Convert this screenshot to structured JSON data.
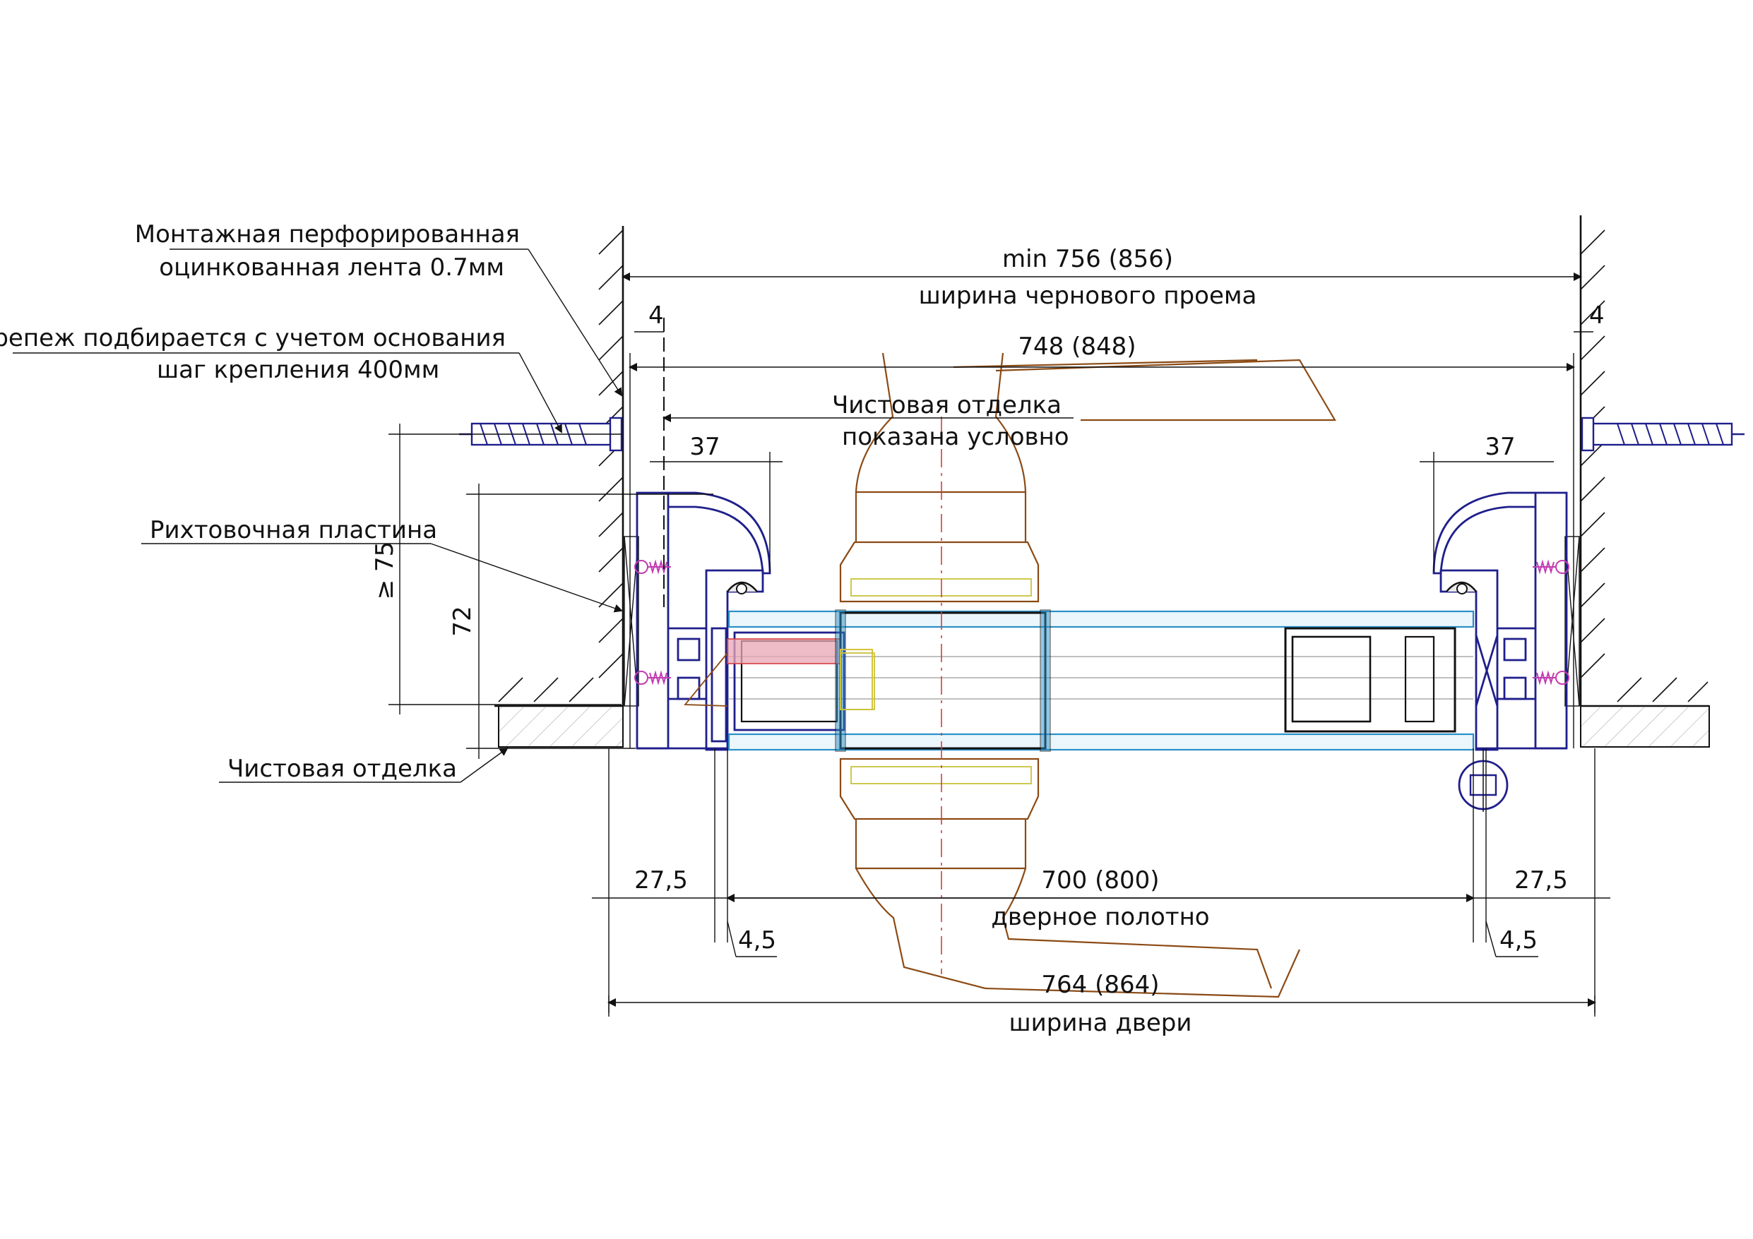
{
  "annotations": {
    "tape_line1": "Монтажная перфорированная",
    "tape_line2": "оцинкованная лента 0.7мм",
    "fastener_line1": "Крепеж подбирается с учетом основания",
    "fastener_line2": "шаг крепления 400мм",
    "shim_plate": "Рихтовочная пластина",
    "finish_bottom": "Чистовая отделка",
    "finish_note_line1": "Чистовая отделка",
    "finish_note_line2": "показана условно"
  },
  "dimensions": {
    "rough_opening_value": "min 756 (856)",
    "rough_opening_caption": "ширина чернового проема",
    "frame_outer_value": "748 (848)",
    "gap_left": "4",
    "gap_right": "4",
    "depth_left": "37",
    "depth_right": "37",
    "min_height": "≥ 75",
    "height": "72",
    "side_left": "27,5",
    "side_right": "27,5",
    "leaf_value": "700 (800)",
    "leaf_caption": "дверное полотно",
    "clearance_left": "4,5",
    "clearance_right": "4,5",
    "door_value": "764 (864)",
    "door_caption": "ширина двери"
  },
  "colors": {
    "frame": "#1f1f8c",
    "glass": "#2a8fc7",
    "finish_outline": "#8b4a14",
    "axis": "#d43d3d",
    "screw": "#c23bb0"
  }
}
